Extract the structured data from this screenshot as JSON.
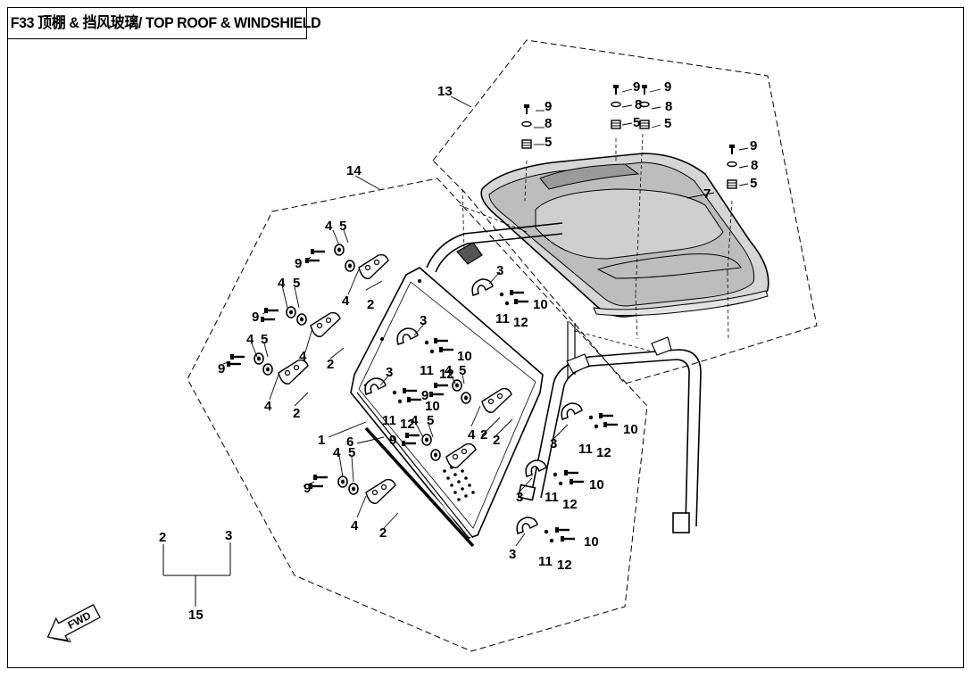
{
  "title": "F33 顶棚 & 挡风玻璃/ TOP ROOF & WINDSHIELD",
  "fwd_label": "FWD",
  "labels": {
    "l1": "1",
    "l2": "2",
    "l3": "3",
    "l4": "4",
    "l5": "5",
    "l6": "6",
    "l7": "7",
    "l8": "8",
    "l9": "9",
    "l10": "10",
    "l11": "11",
    "l12": "12",
    "l13": "13",
    "l14": "14",
    "l15": "15"
  },
  "kit": {
    "a": "2",
    "b": "3",
    "total": "15"
  }
}
